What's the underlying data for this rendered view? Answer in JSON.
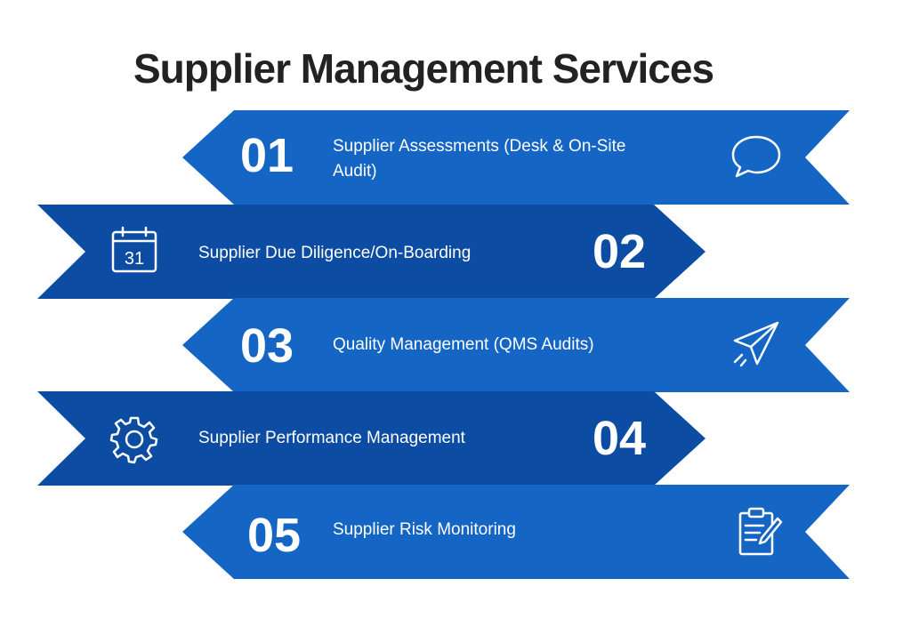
{
  "title": "Supplier Management Services",
  "colors": {
    "banner_light": "#1565c4",
    "banner_dark": "#0d4ca3",
    "title_text": "#222222",
    "icon_stroke": "#ffffff"
  },
  "items": [
    {
      "number": "01",
      "label": "Supplier Assessments (Desk & On-Site Audit)",
      "icon": "speech-bubble-icon"
    },
    {
      "number": "02",
      "label": "Supplier Due Diligence/On-Boarding",
      "icon": "calendar-icon",
      "icon_text": "31"
    },
    {
      "number": "03",
      "label": "Quality Management (QMS Audits)",
      "icon": "paper-plane-icon"
    },
    {
      "number": "04",
      "label": "Supplier Performance Management",
      "icon": "gear-icon"
    },
    {
      "number": "05",
      "label": "Supplier Risk Monitoring",
      "icon": "clipboard-edit-icon"
    }
  ]
}
